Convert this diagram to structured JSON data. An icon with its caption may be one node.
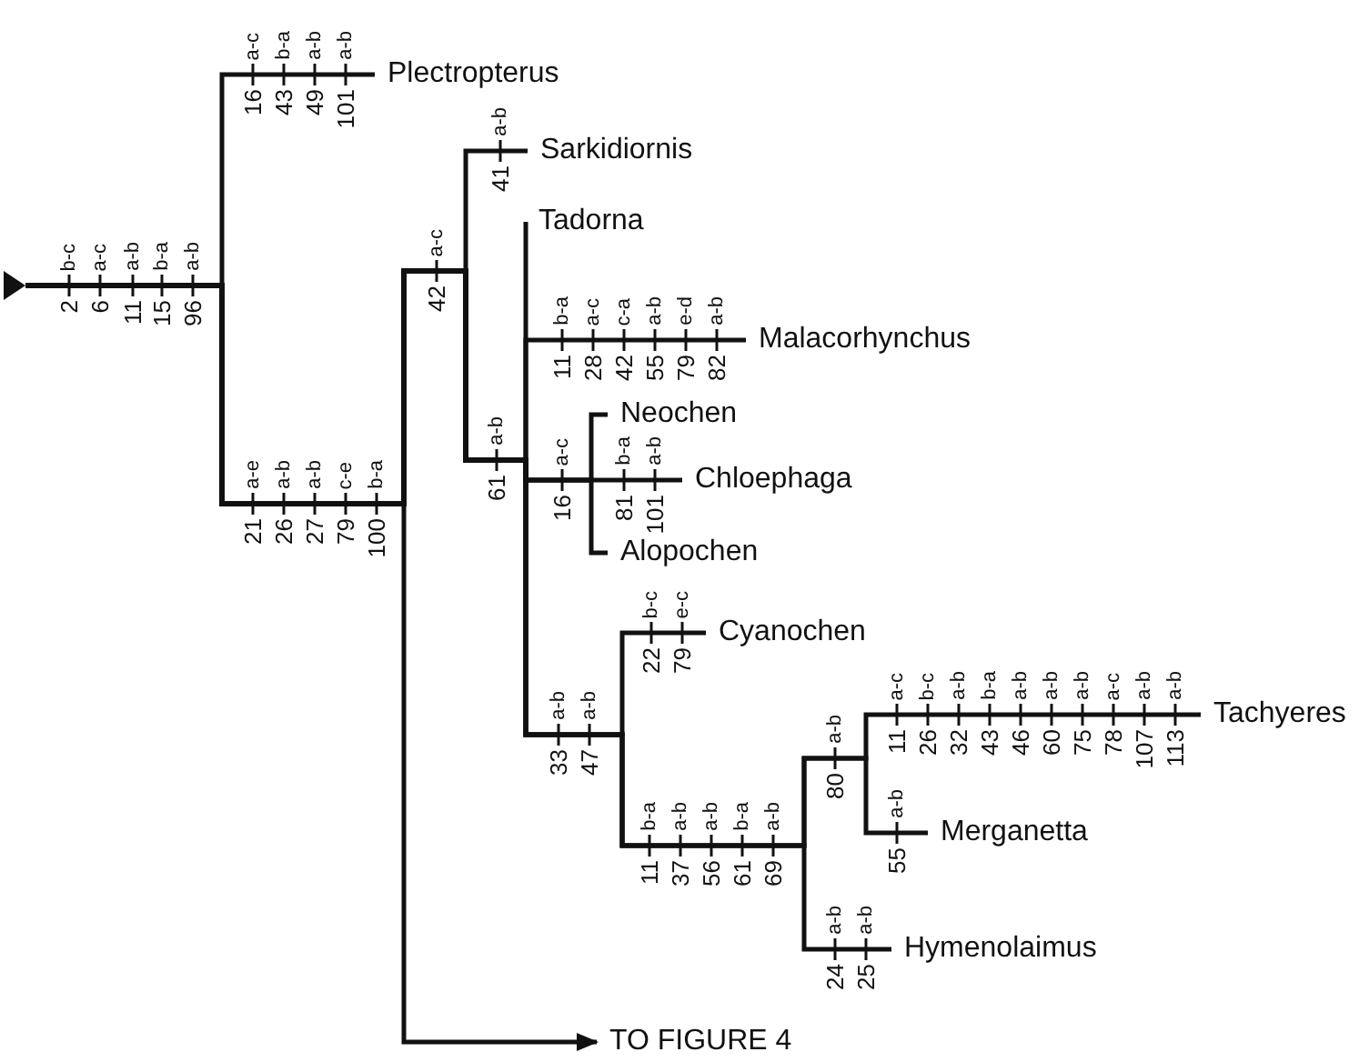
{
  "diagram": {
    "nodes": [
      {
        "text": [],
        "shape": "triangle"
      },
      {
        "text": [
          "Plectropterus"
        ]
      },
      {
        "text": [
          "Sarkidiornis"
        ]
      },
      {
        "text": [
          "Tadorna"
        ]
      },
      {
        "text": [
          "Malacorhynchus"
        ]
      },
      {
        "text": [
          "Neochen"
        ]
      },
      {
        "text": [
          "Chloephaga"
        ]
      },
      {
        "text": [
          "Alopochen"
        ]
      },
      {
        "text": [
          "Cyanochen"
        ]
      },
      {
        "text": [
          "Tachyeres"
        ]
      },
      {
        "text": [
          "Merganetta"
        ]
      },
      {
        "text": [
          "Hymenolaimus"
        ]
      },
      {
        "text": [
          "TO FIGURE 4"
        ]
      }
    ],
    "edges": [
      {
        "from": 0,
        "to": 1,
        "arrow": "none"
      },
      {
        "from": 0,
        "to": 2,
        "arrow": "none"
      },
      {
        "from": 0,
        "to": 3,
        "arrow": "none"
      },
      {
        "from": 0,
        "to": 4,
        "arrow": "none"
      },
      {
        "from": 0,
        "to": 5,
        "arrow": "none"
      },
      {
        "from": 0,
        "to": 6,
        "arrow": "none"
      },
      {
        "from": 0,
        "to": 7,
        "arrow": "none"
      },
      {
        "from": 0,
        "to": 8,
        "arrow": "none"
      },
      {
        "from": 0,
        "to": 9,
        "arrow": "none"
      },
      {
        "from": 0,
        "to": 10,
        "arrow": "none"
      },
      {
        "from": 0,
        "to": 11,
        "arrow": "none"
      },
      {
        "from": 0,
        "to": 12,
        "arrow": "to"
      }
    ],
    "labels": [
      "b-c",
      "2",
      "a-c",
      "6",
      "a-b",
      "11",
      "b-a",
      "15",
      "a-b",
      "96",
      "a-c",
      "16",
      "b-a",
      "43",
      "a-b",
      "49",
      "a-b",
      "101",
      "a-e",
      "21",
      "a-b",
      "26",
      "a-b",
      "27",
      "c-e",
      "79",
      "b-a",
      "100",
      "a-c",
      "42",
      "a-b",
      "41",
      "a-b",
      "61",
      "b-a",
      "11",
      "a-c",
      "28",
      "c-a",
      "42",
      "a-b",
      "55",
      "e-d",
      "79",
      "a-b",
      "82",
      "a-c",
      "16",
      "b-a",
      "81",
      "a-b",
      "101",
      "a-b",
      "33",
      "a-b",
      "47",
      "b-c",
      "22",
      "e-c",
      "79",
      "b-a",
      "11",
      "a-b",
      "37",
      "a-b",
      "56",
      "b-a",
      "61",
      "a-b",
      "69",
      "a-b",
      "80",
      "a-c",
      "11",
      "b-c",
      "26",
      "a-b",
      "32",
      "b-a",
      "43",
      "a-b",
      "46",
      "a-b",
      "60",
      "a-b",
      "75",
      "a-c",
      "78",
      "a-b",
      "107",
      "a-b",
      "113",
      "a-b",
      "55",
      "a-b",
      "24",
      "a-b",
      "25"
    ]
  }
}
